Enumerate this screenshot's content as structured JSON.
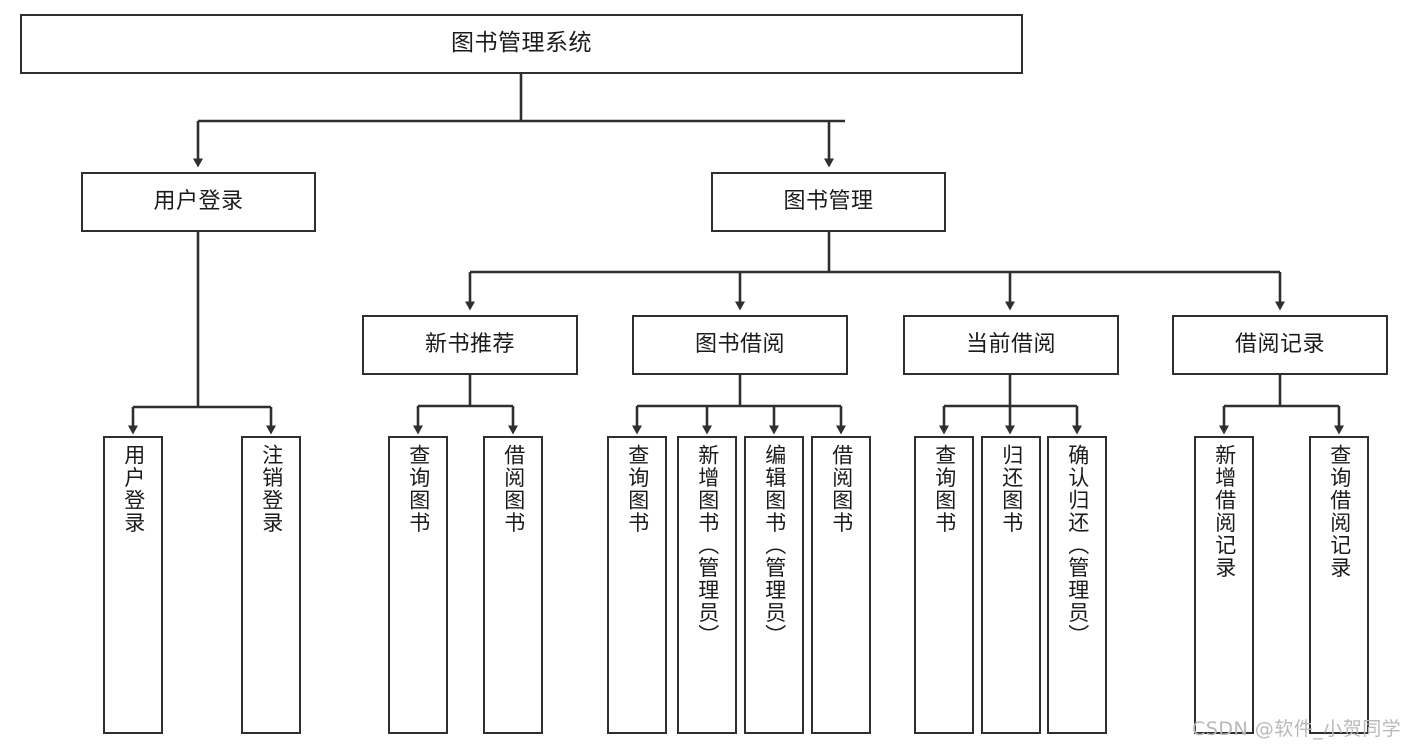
{
  "diagram": {
    "title": "图书管理系统",
    "type": "tree-hierarchy-chart",
    "watermark": "CSDN @软件_小贺同学",
    "colors": {
      "border": "#2f2f2f",
      "fill": "#ffffff",
      "text": "#1b1b1b",
      "edge": "#2f2f2f",
      "watermark": "#b9b9b9"
    },
    "nodes": {
      "root": {
        "label": "图书管理系统"
      },
      "level2": [
        {
          "id": "user-login",
          "label": "用户登录"
        },
        {
          "id": "book-manage",
          "label": "图书管理"
        }
      ],
      "level3": [
        {
          "id": "new-book-recommend",
          "label": "新书推荐"
        },
        {
          "id": "book-borrow",
          "label": "图书借阅"
        },
        {
          "id": "current-borrow",
          "label": "当前借阅"
        },
        {
          "id": "borrow-record",
          "label": "借阅记录"
        }
      ],
      "leaves": {
        "user-login": [
          {
            "id": "leaf-user-login",
            "label": "用户登录"
          },
          {
            "id": "leaf-logout-login",
            "label": "注销登录"
          }
        ],
        "new-book-recommend": [
          {
            "id": "leaf-query-book-1",
            "label": "查询图书"
          },
          {
            "id": "leaf-borrow-book-1",
            "label": "借阅图书"
          }
        ],
        "book-borrow": [
          {
            "id": "leaf-query-book-2",
            "label": "查询图书"
          },
          {
            "id": "leaf-add-book",
            "label": "新增图书（管理员）"
          },
          {
            "id": "leaf-edit-book",
            "label": "编辑图书（管理员）"
          },
          {
            "id": "leaf-borrow-book-2",
            "label": "借阅图书"
          }
        ],
        "current-borrow": [
          {
            "id": "leaf-query-book-3",
            "label": "查询图书"
          },
          {
            "id": "leaf-return-book",
            "label": "归还图书"
          },
          {
            "id": "leaf-confirm-return",
            "label": "确认归还（管理员）"
          }
        ],
        "borrow-record": [
          {
            "id": "leaf-add-record",
            "label": "新增借阅记录"
          },
          {
            "id": "leaf-query-record",
            "label": "查询借阅记录"
          }
        ]
      }
    }
  }
}
